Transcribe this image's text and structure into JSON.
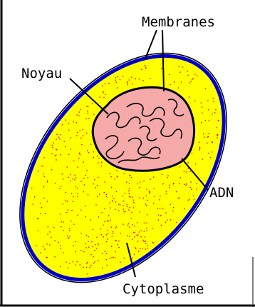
{
  "labels": {
    "membranes": "Membranes",
    "noyau": "Noyau",
    "adn": "ADN",
    "cytoplasme": "Cytoplasme"
  },
  "colors": {
    "cytoplasm": "#ffff00",
    "outer_membrane": "#0000c8",
    "nucleus": "#f5a9a9",
    "speckles": "#ff0000",
    "outline": "#000000",
    "frame": "#000000"
  },
  "icons": {
    "cell": "cell-diagram",
    "nucleus": "nucleus-icon",
    "dna": "dna-strand-icon"
  }
}
